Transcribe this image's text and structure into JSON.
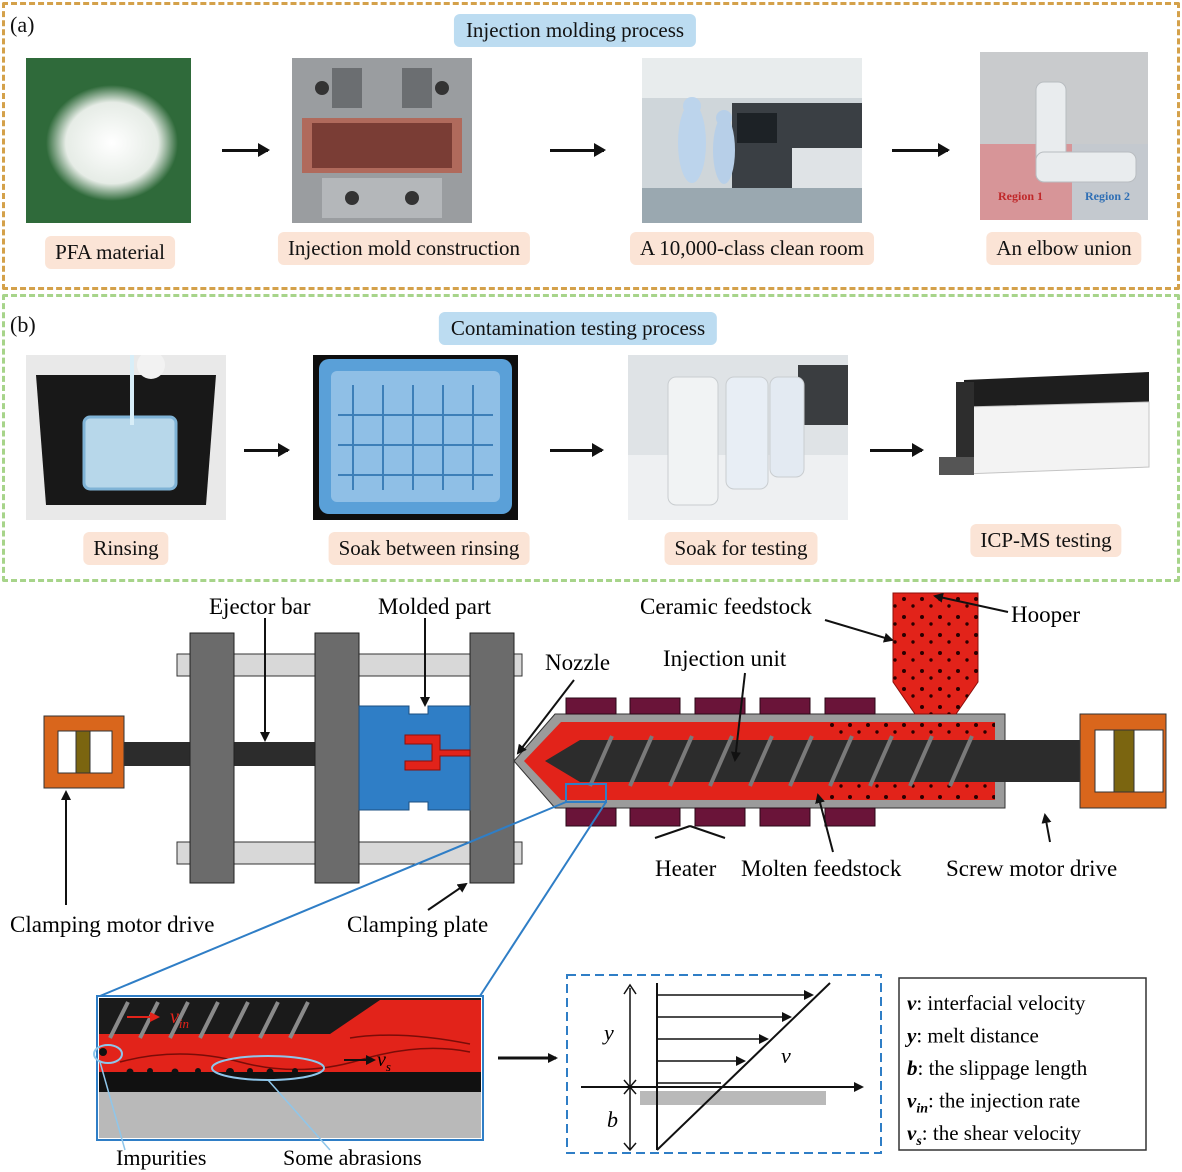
{
  "panel_a": {
    "label": "(a)",
    "title": "Injection molding process",
    "steps": [
      {
        "caption": "PFA material"
      },
      {
        "caption": "Injection mold construction"
      },
      {
        "caption": "A 10,000-class clean room"
      },
      {
        "caption": "An elbow union"
      }
    ],
    "region1": "Region 1",
    "region2": "Region 2"
  },
  "panel_b": {
    "label": "(b)",
    "title": "Contamination testing process",
    "steps": [
      {
        "caption": "Rinsing"
      },
      {
        "caption": "Soak between rinsing"
      },
      {
        "caption": "Soak for testing"
      },
      {
        "caption": "ICP-MS testing"
      }
    ]
  },
  "machine": {
    "ejector_bar": "Ejector bar",
    "molded_part": "Molded part",
    "ceramic_feedstock": "Ceramic  feedstock",
    "hooper": "Hooper",
    "nozzle": "Nozzle",
    "injection_unit": "Injection unit",
    "heater": "Heater",
    "molten_feedstock": "Molten feedstock",
    "screw_motor_drive": "Screw motor drive",
    "clamping_motor_drive": "Clamping  motor drive",
    "clamping_plate": "Clamping  plate"
  },
  "zoom": {
    "v_in": "v",
    "v_in_sub": "in",
    "v_s": "v",
    "v_s_sub": "s",
    "impurities": "Impurities",
    "abrasions": "Some abrasions"
  },
  "velocity_profile": {
    "y": "y",
    "b": "b",
    "v": "v"
  },
  "legend": [
    {
      "sym": "v",
      "sub": "",
      "text": ": interfacial velocity"
    },
    {
      "sym": "y",
      "sub": "",
      "text": ": melt distance"
    },
    {
      "sym": "b",
      "sub": "",
      "text": ": the slippage length"
    },
    {
      "sym": "v",
      "sub": "in",
      "text": ": the injection rate"
    },
    {
      "sym": "v",
      "sub": "s",
      "text": ": the shear velocity"
    }
  ],
  "colors": {
    "frame_gray": "#6b6b6b",
    "mold_blue": "#2f7ec6",
    "melt_red": "#e2231a",
    "heater_purple": "#6a1439",
    "motor_orange": "#d9661c",
    "panel_a_border": "#d4a14a",
    "panel_b_border": "#a7d48a"
  }
}
